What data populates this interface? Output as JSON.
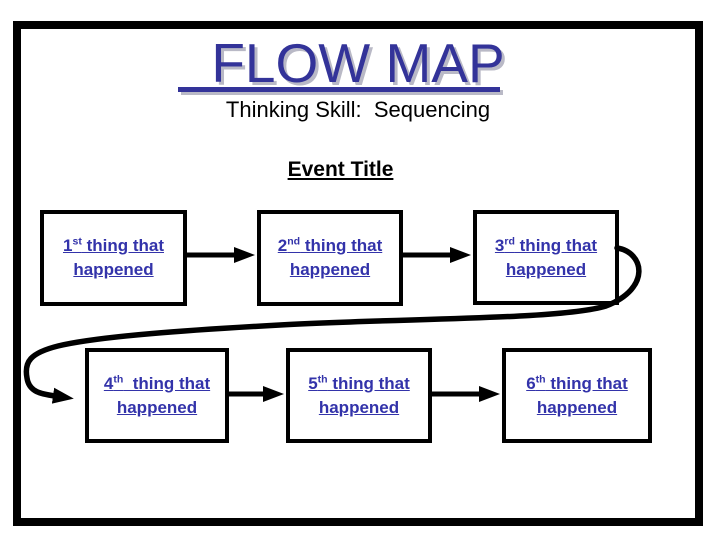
{
  "slide": {
    "title": "FLOW MAP",
    "subtitle": "Thinking Skill:  Sequencing",
    "event_title": "Event Title"
  },
  "boxes": [
    {
      "num": "1",
      "suffix": "st",
      "line1": " thing that",
      "line2": "happened"
    },
    {
      "num": "2",
      "suffix": "nd",
      "line1": " thing that",
      "line2": "happened"
    },
    {
      "num": "3",
      "suffix": "rd",
      "line1": " thing that",
      "line2": "happened"
    },
    {
      "num": "4",
      "suffix": "th",
      "line1": "  thing that",
      "line2": "happened"
    },
    {
      "num": "5",
      "suffix": "th",
      "line1": " thing that",
      "line2": "happened"
    },
    {
      "num": "6",
      "suffix": "th",
      "line1": " thing that",
      "line2": "happened"
    }
  ],
  "icons": {
    "arrow_1_2": "right-arrow",
    "arrow_2_3": "right-arrow",
    "arrow_4_5": "right-arrow",
    "arrow_5_6": "right-arrow",
    "curve_3_4": "s-curve-return-arrow"
  },
  "colors": {
    "title_text": "#333399",
    "title_shadow": "#b9b9c6",
    "box_text": "#3333AA",
    "stroke": "#000000",
    "page_bg": "#ffffff"
  }
}
